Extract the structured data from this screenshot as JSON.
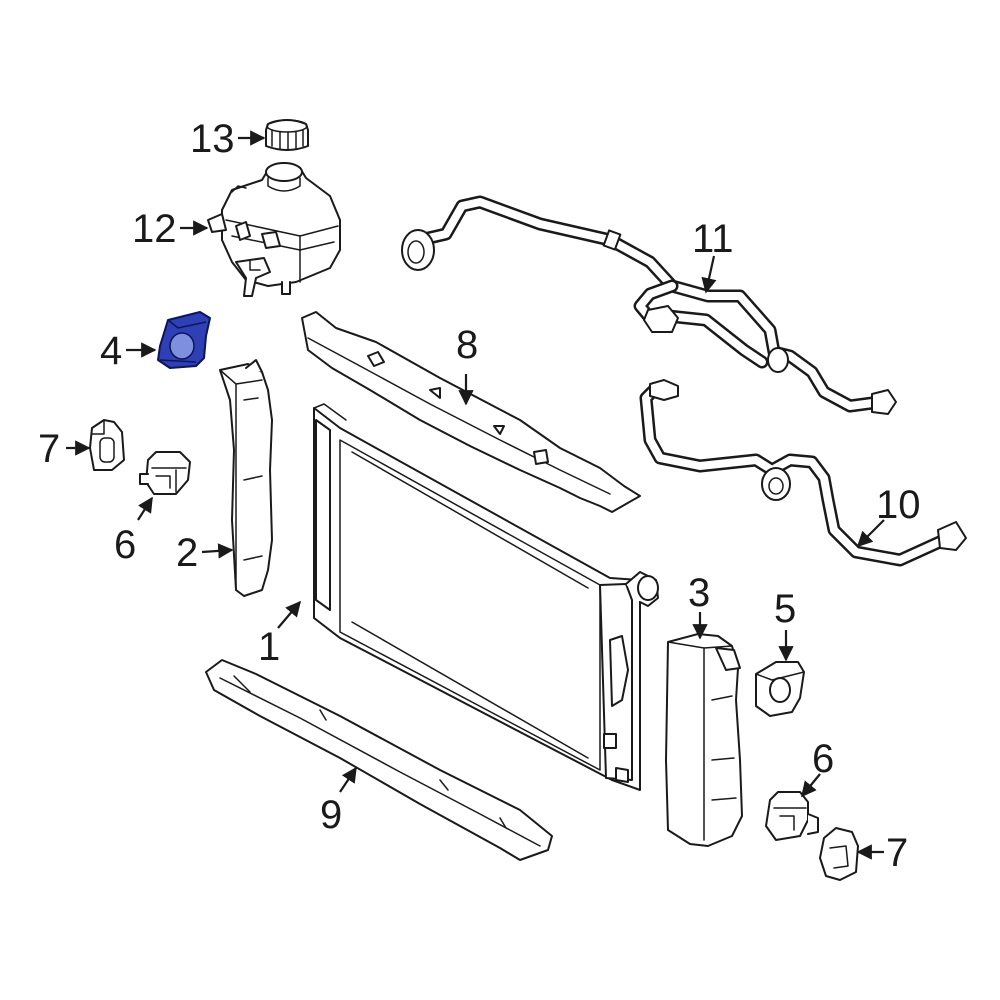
{
  "colors": {
    "line": "#1a1a1a",
    "highlight_fill": "#2f3fb5",
    "highlight_stroke": "#0d1657",
    "background": "#ffffff"
  },
  "highlighted_part": "4",
  "callouts": {
    "c1": "1",
    "c2": "2",
    "c3": "3",
    "c4": "4",
    "c5": "5",
    "c6a": "6",
    "c6b": "6",
    "c7a": "7",
    "c7b": "7",
    "c8": "8",
    "c9": "9",
    "c10": "10",
    "c11": "11",
    "c12": "12",
    "c13": "13"
  }
}
